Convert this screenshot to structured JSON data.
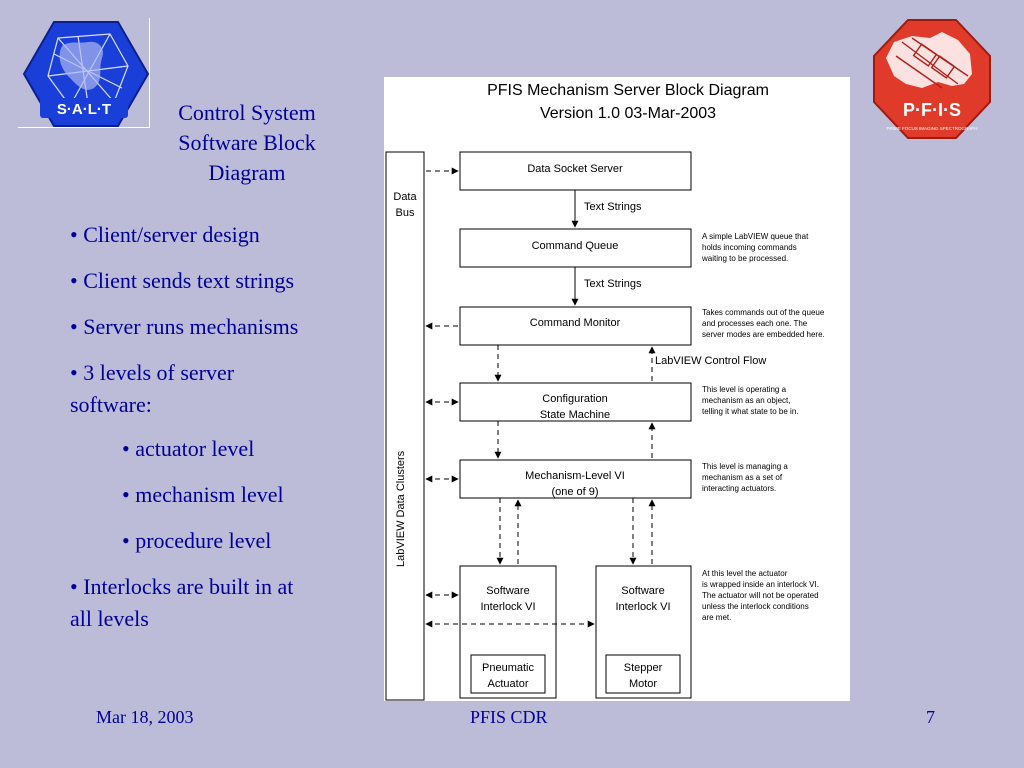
{
  "slide": {
    "title_lines": [
      "Control System",
      "Software Block",
      "Diagram"
    ],
    "bullets": [
      "• Client/server design",
      "• Client sends text strings",
      "• Server runs mechanisms",
      "• 3 levels of server",
      "software:"
    ],
    "sub_bullets": [
      "• actuator level",
      "• mechanism level",
      "• procedure level"
    ],
    "last_bullet_lines": [
      "• Interlocks are built in at",
      "all levels"
    ]
  },
  "logos": {
    "left_text": "S·A·L·T",
    "right_text": "P·F·I·S",
    "right_subtext": "PRIME FOCUS IMAGING SPECTROGRAPH"
  },
  "diagram": {
    "title": "PFIS Mechanism Server Block Diagram",
    "subtitle": "Version 1.0 03-Mar-2003",
    "data_bus_lines": [
      "Data",
      "Bus"
    ],
    "data_clusters_label": "LabVIEW Data Clusters",
    "boxes": {
      "data_socket": "Data Socket Server",
      "command_queue": "Command Queue",
      "command_monitor": "Command Monitor",
      "config_lines": [
        "Configuration",
        "State Machine"
      ],
      "mechanism_lines": [
        "Mechanism-Level VI",
        "(one of 9)"
      ],
      "interlock_left_lines": [
        "Software",
        "Interlock VI"
      ],
      "interlock_right_lines": [
        "Software",
        "Interlock VI"
      ],
      "pneumatic_lines": [
        "Pneumatic",
        "Actuator"
      ],
      "stepper_lines": [
        "Stepper",
        "Motor"
      ]
    },
    "flow_labels": {
      "text_strings_1": "Text Strings",
      "text_strings_2": "Text Strings",
      "control_flow": "LabVIEW Control Flow"
    },
    "notes": {
      "queue": [
        "A simple LabVIEW queue that",
        "holds incoming commands",
        "waiting to be processed."
      ],
      "monitor": [
        "Takes commands out of the queue",
        "and processes each one. The",
        "server modes are embedded here."
      ],
      "config": [
        "This level is operating a",
        "mechanism as an object,",
        "telling it what state to be in."
      ],
      "mechanism": [
        "This level is managing a",
        "mechanism as a set of",
        "interacting actuators."
      ],
      "actuator": [
        "At this level the actuator",
        "is wrapped inside an interlock VI.",
        "The actuator will not be operated",
        "unless the interlock conditions",
        "are met."
      ]
    }
  },
  "footer": {
    "date": "Mar 18, 2003",
    "center": "PFIS CDR",
    "page": "7"
  },
  "colors": {
    "background": "#bcbcd8",
    "text": "#000099",
    "salt_blue": "#1a3fd8",
    "pfis_red": "#e03a2a"
  }
}
